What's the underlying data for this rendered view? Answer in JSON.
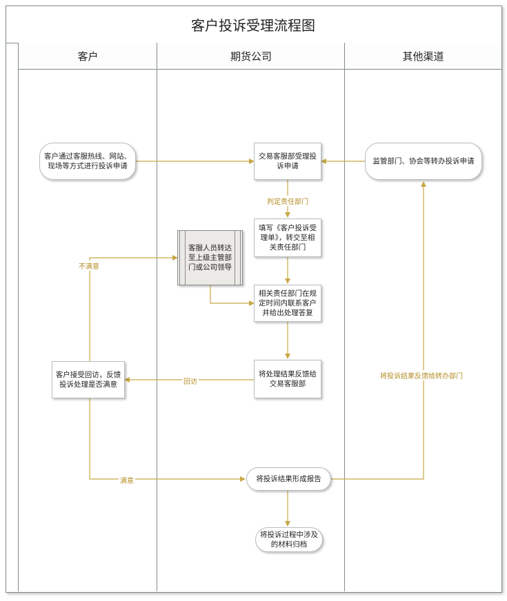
{
  "title": "客户投诉受理流程图",
  "lanes": {
    "customer": "客户",
    "company": "期货公司",
    "other": "其他渠道"
  },
  "nodes": {
    "customer_submit": "客户通过客服热线、网站、现场等方式进行投诉申请",
    "regulator_transfer": "监管部门、协会等转办投诉申请",
    "service_accept": "交易客服部受理投诉申请",
    "fill_form": "填写《客户投诉受理单》，转交至相关责任部门",
    "escalate": "客服人员转达至上级主管部门或公司领导",
    "dept_contact": "相关责任部门在规定时间内联系客户并给出处理答复",
    "feedback_service": "将处理结果反馈给交易客服部",
    "customer_review": "客户接受回访，反馈投诉处理是否满意",
    "report": "将投诉结果形成报告",
    "archive": "将投诉过程中涉及的材料归档"
  },
  "edge_labels": {
    "determine_dept": "判定责任部门",
    "unsatisfied": "不满意",
    "callback": "回访",
    "satisfied": "满意",
    "feedback_transfer": "将投诉结果反馈给转办部门"
  },
  "colors": {
    "arrow": "#c8a846",
    "edge_text": "#b58e26",
    "border": "#7f8b8f"
  }
}
